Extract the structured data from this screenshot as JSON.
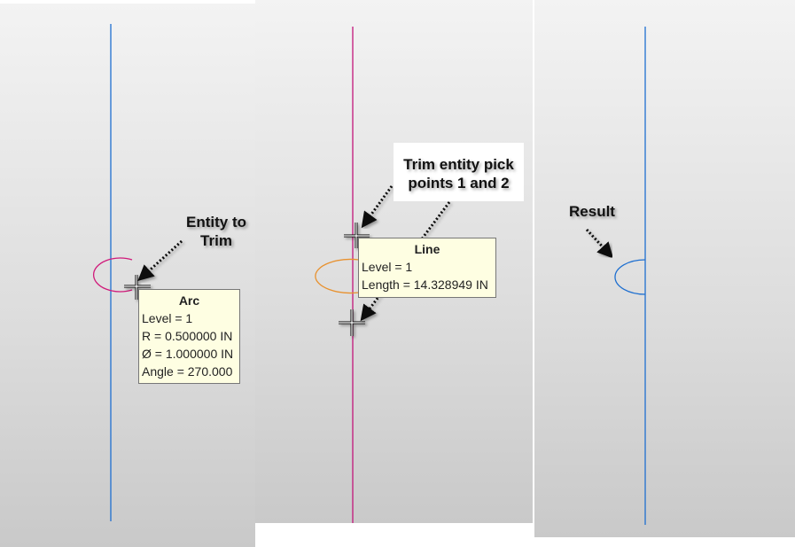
{
  "panels": [
    {
      "name": "before",
      "callout": {
        "line1": "Entity to",
        "line2": "Trim"
      },
      "tooltip": {
        "title": "Arc",
        "lines": [
          "Level = 1",
          "R = 0.500000 IN",
          "Ø = 1.000000 IN",
          "Angle = 270.000"
        ]
      },
      "colors": {
        "line": "#1e6fd0",
        "arc": "#d01a7a"
      }
    },
    {
      "name": "pick-points",
      "callout": {
        "line1": "Trim entity pick",
        "line2": "points 1 and 2"
      },
      "tooltip": {
        "title": "Line",
        "lines": [
          "Level = 1",
          "Length = 14.328949 IN"
        ]
      },
      "colors": {
        "line": "#c2157a",
        "arc": "#e8912e"
      }
    },
    {
      "name": "result",
      "callout": {
        "line1": "Result"
      },
      "colors": {
        "line": "#1e6fd0",
        "arc": "#1e6fd0"
      }
    }
  ],
  "icons": [
    "crosshair-cursor-icon",
    "dotted-arrow-icon"
  ]
}
